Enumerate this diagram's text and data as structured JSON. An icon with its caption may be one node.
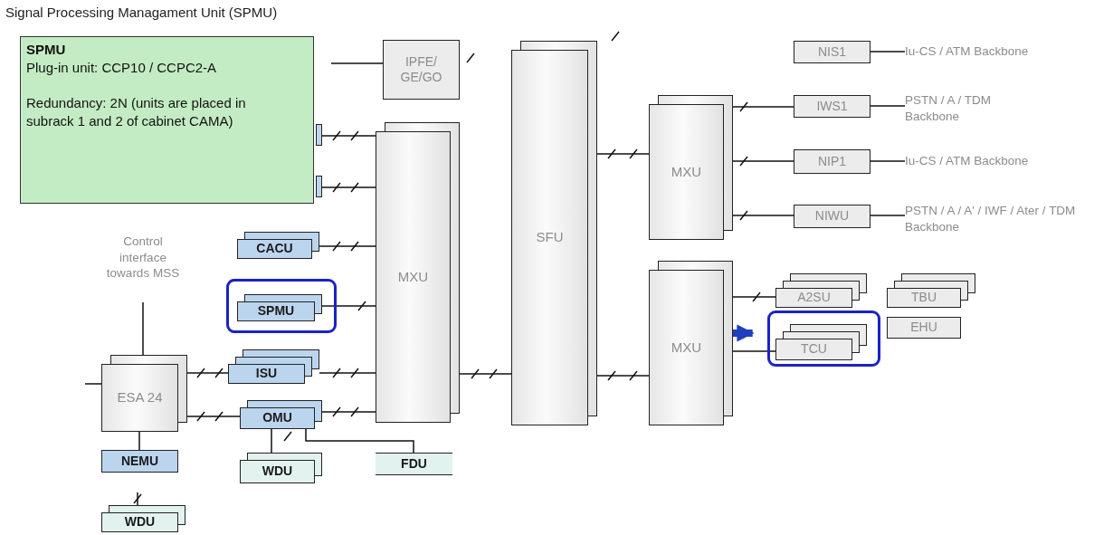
{
  "diagram": {
    "title": "Signal Processing Managament Unit (SPMU)",
    "nodes": [
      {
        "text": [
          "SPMU",
          "Plug-in unit: CCP10 / CCPC2-A",
          "Redundancy: 2N (units are placed in subrack 1 and 2 of cabinet CAMA)"
        ]
      },
      {
        "text": [],
        "shape": "box"
      },
      {
        "text": [],
        "shape": "box"
      },
      {
        "text": [
          "IPFE/ GE/GO"
        ]
      },
      {
        "text": [
          "MXU"
        ]
      },
      {
        "text": [
          "SFU"
        ]
      },
      {
        "text": [
          "MXU"
        ]
      },
      {
        "text": [
          "MXU"
        ]
      },
      {
        "text": [
          "NIS1"
        ]
      },
      {
        "text": [
          "Iu-CS / ATM Backbone"
        ]
      },
      {
        "text": [
          "IWS1"
        ]
      },
      {
        "text": [
          "PSTN / A / TDM Backbone"
        ]
      },
      {
        "text": [
          "NIP1"
        ]
      },
      {
        "text": [
          "Iu-CS / ATM Backbone"
        ]
      },
      {
        "text": [
          "NIWU"
        ]
      },
      {
        "text": [
          "PSTN / A / A' / IWF / Ater / TDM Backbone"
        ]
      },
      {
        "text": [
          "CACU"
        ]
      },
      {
        "text": [
          "Control interface towards MSS"
        ]
      },
      {
        "text": [],
        "shape": "box"
      },
      {
        "text": [
          "SPMU"
        ],
        "in": 18
      },
      {
        "text": [
          "A2SU"
        ]
      },
      {
        "text": [
          "TBU"
        ]
      },
      {
        "text": [],
        "shape": "box"
      },
      {
        "text": [
          "TCU"
        ],
        "in": 22
      },
      {
        "text": [
          "EHU"
        ]
      },
      {
        "text": [
          "ESA 24"
        ]
      },
      {
        "text": [
          "ISU"
        ]
      },
      {
        "text": [
          "OMU"
        ]
      },
      {
        "text": [
          "NEMU"
        ]
      },
      {
        "text": [
          "WDU"
        ]
      },
      {
        "text": [
          "FDU"
        ]
      },
      {
        "text": [
          "WDU"
        ]
      }
    ],
    "edges": [
      {
        "from": null,
        "to": 3,
        "arrow": "none"
      },
      {
        "from": 1,
        "to": 4,
        "arrow": "none"
      },
      {
        "from": 2,
        "to": 4,
        "arrow": "none"
      },
      {
        "from": 16,
        "to": 4,
        "arrow": "none"
      },
      {
        "from": 19,
        "to": 4,
        "arrow": "none"
      },
      {
        "from": 26,
        "to": 4,
        "arrow": "none"
      },
      {
        "from": 27,
        "to": 4,
        "arrow": "none"
      },
      {
        "from": 25,
        "to": 26,
        "arrow": "none"
      },
      {
        "from": 25,
        "to": 27,
        "arrow": "none"
      },
      {
        "from": 25,
        "to": 28,
        "arrow": "none"
      },
      {
        "from": 27,
        "to": 29,
        "arrow": "none"
      },
      {
        "from": 27,
        "to": 30,
        "arrow": "none"
      },
      {
        "from": 25,
        "to": 17,
        "arrow": "none"
      },
      {
        "from": null,
        "to": 25,
        "arrow": "none"
      },
      {
        "from": null,
        "to": 31,
        "arrow": "none"
      },
      {
        "from": 4,
        "to": 5,
        "arrow": "none"
      },
      {
        "from": 5,
        "to": 6,
        "arrow": "none"
      },
      {
        "from": 5,
        "to": 7,
        "arrow": "none"
      },
      {
        "from": 6,
        "to": 10,
        "arrow": "none"
      },
      {
        "from": 6,
        "to": 12,
        "arrow": "none"
      },
      {
        "from": 6,
        "to": 14,
        "arrow": "none"
      },
      {
        "from": 8,
        "to": 9,
        "arrow": "none"
      },
      {
        "from": 10,
        "to": 11,
        "arrow": "none"
      },
      {
        "from": 12,
        "to": 13,
        "arrow": "none"
      },
      {
        "from": 14,
        "to": 15,
        "arrow": "none"
      },
      {
        "from": 7,
        "to": 20,
        "arrow": "none"
      },
      {
        "from": 7,
        "to": 23,
        "arrow": "none"
      },
      {
        "from": 7,
        "to": 22,
        "arrow": "to",
        "style": "thick",
        "color": "#1f3fbf"
      }
    ]
  }
}
